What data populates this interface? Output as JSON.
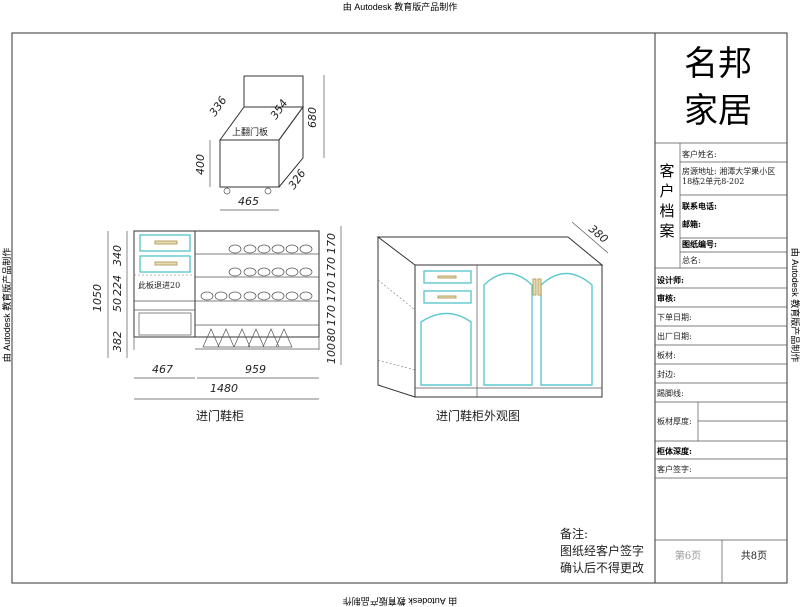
{
  "watermark": "由 Autodesk 教育版产品制作",
  "title_block": {
    "brand_line1": "名邦",
    "brand_line2": "家居",
    "customer_section": [
      "客",
      "户",
      "档",
      "案"
    ],
    "customer_fields": {
      "name": "客户姓名:",
      "address_line1": "房源地址: 湘潭大学果小区",
      "address_line2": "18栋2单元8-202",
      "phone": "联系电话:",
      "email": "邮箱:",
      "drawing_no": "图纸编号:",
      "total": "总名:"
    },
    "rows": [
      "设计师:",
      "审核:",
      "下单日期:",
      "出厂日期:",
      "板材:",
      "封边:",
      "踢脚线:",
      "板材厚度:",
      "柜体深度:",
      "客户签字:"
    ],
    "page_current": "第6页",
    "page_total": "共8页"
  },
  "notes": {
    "label": "备注:",
    "line1": "图纸经客户签字",
    "line2": "确认后不得更改"
  },
  "iso_view": {
    "label_flip_door": "上翻门板",
    "dims": [
      "336",
      "354",
      "680",
      "400",
      "326",
      "465"
    ]
  },
  "front_view": {
    "title": "进门鞋柜",
    "note": "此板退进20",
    "left_dims": [
      "1050",
      "340",
      "224",
      "50",
      "382"
    ],
    "right_dims": [
      "170",
      "170",
      "170",
      "170",
      "80",
      "100"
    ],
    "bottom_dims": [
      "467",
      "959",
      "1480"
    ]
  },
  "exterior_view": {
    "title": "进门鞋柜外观图",
    "depth_dim": "380"
  },
  "colors": {
    "accent_cyan": "#5fc9cf",
    "hardware_gold": "#c9b070"
  }
}
